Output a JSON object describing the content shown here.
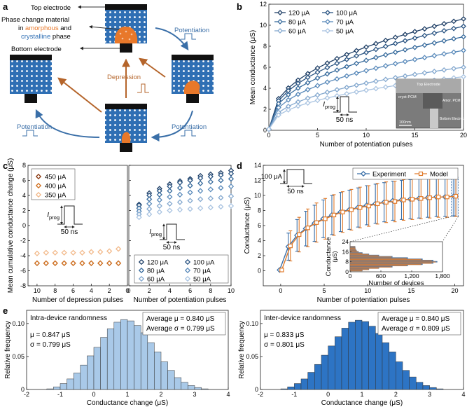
{
  "panels": {
    "a": {
      "letter": "a",
      "labels": {
        "top_electrode": "Top electrode",
        "pcm_line1": "Phase change material",
        "pcm_line2_a": "in ",
        "pcm_amorphous": "amorphous",
        "pcm_line2_b": " and",
        "pcm_crystalline": "crystalline",
        "pcm_line3": " phase",
        "bottom_electrode": "Bottom electrode",
        "potentiation_top": "Potentiation",
        "depression": "Depression",
        "potentiation_left": "Potentiation",
        "potentiation_right": "Potentiation"
      },
      "colors": {
        "crystalline": "#2f6fb4",
        "amorphous": "#e8782a",
        "electrode": "#111111",
        "arrow_blue": "#3a6fa8",
        "arrow_orange": "#b5652b"
      }
    },
    "b": {
      "letter": "b",
      "chart_data": {
        "type": "line",
        "xlabel": "Number of potentiation pulses",
        "ylabel": "Mean conductance (μS)",
        "xlim": [
          0,
          20
        ],
        "ylim": [
          0,
          12
        ],
        "xticks": [
          0,
          5,
          10,
          15,
          20
        ],
        "yticks": [
          0,
          2,
          4,
          6,
          8,
          10,
          12
        ],
        "legend_position": "top-left",
        "series": [
          {
            "name": "120 μA",
            "color": "#1f3f66",
            "final": 10.6
          },
          {
            "name": "100 μA",
            "color": "#2b5583",
            "final": 9.9
          },
          {
            "name": "80 μA",
            "color": "#3a6d9e",
            "final": 8.9
          },
          {
            "name": "70 μA",
            "color": "#5b8bbb",
            "final": 7.6
          },
          {
            "name": "60 μA",
            "color": "#85a9cf",
            "final": 6.0
          },
          {
            "name": "50 μA",
            "color": "#aac4e1",
            "final": 5.1
          }
        ],
        "inset_pulse": {
          "current_label": "I",
          "current_sub": "prog",
          "width_label": "50 ns"
        },
        "tem_labels": {
          "top": "Top Electrode",
          "cryst": "cryst-PCM",
          "amor": "Amor. PCM",
          "bottom": "Bottom Electrode",
          "scale": "100nm"
        }
      }
    },
    "c": {
      "letter": "c",
      "chart_data": [
        {
          "type": "scatter",
          "xlabel": "Number of depression pulses",
          "ylabel": "Mean cumulative conductance change (μS)",
          "xlim": [
            11,
            0
          ],
          "ylim": [
            -8,
            8
          ],
          "xticks": [
            10,
            8,
            6,
            4,
            2,
            0
          ],
          "yticks": [
            -8,
            -6,
            -4,
            -2,
            0,
            2,
            4,
            6,
            8
          ],
          "legend_position": "top-left",
          "series": [
            {
              "name": "450 μA",
              "color": "#8b3a12",
              "values": [
                -5.0,
                -5.0,
                -5.0,
                -5.0,
                -5.0,
                -5.0,
                -5.0,
                -5.0,
                -5.0,
                -5.0
              ]
            },
            {
              "name": "400 μA",
              "color": "#d0701f",
              "values": [
                -5.0,
                -5.0,
                -5.0,
                -5.0,
                -5.0,
                -5.0,
                -5.0,
                -5.0,
                -5.0,
                -5.0
              ]
            },
            {
              "name": "350 μA",
              "color": "#f2b98a",
              "values": [
                -3.7,
                -3.6,
                -3.6,
                -3.6,
                -3.6,
                -3.6,
                -3.5,
                -3.5,
                -3.4,
                -3.1
              ]
            }
          ],
          "x": [
            10,
            9,
            8,
            7,
            6,
            5,
            4,
            3,
            2,
            1
          ],
          "inset_pulse": {
            "current_label": "I",
            "current_sub": "prog",
            "width_label": "50 ns"
          }
        },
        {
          "type": "scatter",
          "xlabel": "Number of potentiation pulses",
          "xlim": [
            0,
            10
          ],
          "xticks": [
            0,
            2,
            4,
            6,
            8,
            10
          ],
          "legend_position": "bottom-right",
          "x": [
            1,
            2,
            3,
            4,
            5,
            6,
            7,
            8,
            9,
            10
          ],
          "series": [
            {
              "name": "120 μA",
              "color": "#1f3f66",
              "values": [
                2.8,
                4.3,
                4.9,
                5.5,
                5.9,
                6.2,
                6.6,
                6.8,
                7.0,
                7.3
              ]
            },
            {
              "name": "100 μA",
              "color": "#2b5583",
              "values": [
                2.7,
                4.0,
                4.6,
                5.2,
                5.7,
                6.0,
                6.3,
                6.5,
                6.7,
                6.9
              ]
            },
            {
              "name": "80 μA",
              "color": "#3a6d9e",
              "values": [
                2.3,
                3.5,
                4.1,
                4.6,
                5.0,
                5.3,
                5.6,
                5.8,
                6.0,
                6.2
              ]
            },
            {
              "name": "70 μA",
              "color": "#5b8bbb",
              "values": [
                1.9,
                2.9,
                3.4,
                3.8,
                4.1,
                4.4,
                4.6,
                4.8,
                5.0,
                5.2
              ]
            },
            {
              "name": "60 μA",
              "color": "#85a9cf",
              "values": [
                1.5,
                2.2,
                2.6,
                2.9,
                3.1,
                3.3,
                3.5,
                3.6,
                3.7,
                3.9
              ]
            },
            {
              "name": "50 μA",
              "color": "#aac4e1",
              "values": [
                1.1,
                1.5,
                1.8,
                2.0,
                2.1,
                2.2,
                2.3,
                2.4,
                2.5,
                2.6
              ]
            }
          ],
          "inset_pulse": {
            "current_label": "I",
            "current_sub": "prog",
            "width_label": "50 ns"
          }
        }
      ]
    },
    "d": {
      "letter": "d",
      "chart_data": {
        "type": "line",
        "xlabel": "Number of potentiation pulses",
        "ylabel": "Conductance (μS)",
        "xlim": [
          -2,
          21
        ],
        "ylim": [
          -2,
          14
        ],
        "xticks": [
          0,
          5,
          10,
          15,
          20
        ],
        "yticks": [
          0,
          2,
          4,
          6,
          8,
          10,
          12,
          14
        ],
        "legend_position": "top-right",
        "x": [
          0,
          1,
          2,
          3,
          4,
          5,
          6,
          7,
          8,
          9,
          10,
          11,
          12,
          13,
          14,
          15,
          16,
          17,
          18,
          19,
          20
        ],
        "series": [
          {
            "name": "Experiment",
            "color": "#3a6fa8",
            "marker": "diamond",
            "values": [
              0.1,
              3.2,
              4.7,
              5.6,
              6.3,
              6.9,
              7.4,
              7.8,
              8.1,
              8.4,
              8.7,
              8.9,
              9.1,
              9.3,
              9.4,
              9.5,
              9.6,
              9.7,
              9.8,
              9.8,
              9.9
            ],
            "errors": [
              0.1,
              1.8,
              2.1,
              2.3,
              2.4,
              2.5,
              2.6,
              2.6,
              2.6,
              2.6,
              2.6,
              2.6,
              2.6,
              2.6,
              2.6,
              2.6,
              2.6,
              2.6,
              2.6,
              2.6,
              2.6
            ]
          },
          {
            "name": "Model",
            "color": "#e07b2c",
            "marker": "square",
            "values": [
              0.1,
              3.3,
              4.8,
              5.7,
              6.4,
              6.9,
              7.4,
              7.8,
              8.1,
              8.4,
              8.6,
              8.9,
              9.1,
              9.2,
              9.4,
              9.5,
              9.6,
              9.7,
              9.8,
              9.8,
              9.9
            ],
            "errors": [
              0.1,
              2.0,
              2.3,
              2.5,
              2.6,
              2.7,
              2.7,
              2.7,
              2.7,
              2.7,
              2.7,
              2.7,
              2.7,
              2.7,
              2.7,
              2.7,
              2.7,
              2.7,
              2.7,
              2.7,
              2.7
            ]
          }
        ],
        "inset_pulse": {
          "current_label": "100 μA",
          "width_label": "50 ns"
        },
        "inset_hist": {
          "ylabel": "Conductance",
          "ylabel_unit": "(μS)",
          "xlabel": "Number of devices",
          "xticks": [
            0,
            600,
            1200,
            1800
          ],
          "xtick_labels": [
            "0",
            "600",
            "1,200",
            "1,800"
          ],
          "yticks": [
            0,
            8,
            16,
            24
          ]
        }
      }
    },
    "e": {
      "letter": "e",
      "chart_data": [
        {
          "type": "bar",
          "title": "Intra-device randomness",
          "xlabel": "Conductance change (μS)",
          "ylabel": "Relative frequency",
          "xlim": [
            -2,
            4
          ],
          "ylim": [
            0,
            0.12
          ],
          "xticks": [
            -2,
            -1,
            0,
            1,
            2,
            3,
            4
          ],
          "yticks": [
            0,
            0.05,
            0.1
          ],
          "ytick_labels": [
            "0",
            "0.05",
            "0.10"
          ],
          "color": "#a9c9e8",
          "bin_width": 0.2,
          "bin_start": -1.4,
          "values": [
            0.001,
            0.004,
            0.009,
            0.016,
            0.025,
            0.037,
            0.051,
            0.064,
            0.079,
            0.092,
            0.102,
            0.106,
            0.104,
            0.097,
            0.086,
            0.071,
            0.057,
            0.042,
            0.029,
            0.018,
            0.011,
            0.006,
            0.003,
            0.001
          ],
          "stats_box": [
            "Average μ = 0.840 μS",
            "Average σ = 0.799 μS"
          ],
          "stats": [
            "μ = 0.847 μS",
            "σ = 0.799 μS"
          ]
        },
        {
          "type": "bar",
          "title": "Inter-device randomness",
          "xlabel": "Conductance change (μS)",
          "ylabel": "Relative frequency",
          "xlim": [
            -2,
            4
          ],
          "ylim": [
            0,
            0.12
          ],
          "xticks": [
            -2,
            -1,
            0,
            1,
            2,
            3,
            4
          ],
          "yticks": [
            0,
            0.05,
            0.1
          ],
          "ytick_labels": [
            "0",
            "0.05",
            "0.10"
          ],
          "color": "#2d74c4",
          "bin_width": 0.2,
          "bin_start": -1.4,
          "values": [
            0.001,
            0.004,
            0.009,
            0.016,
            0.026,
            0.038,
            0.052,
            0.066,
            0.08,
            0.093,
            0.102,
            0.105,
            0.103,
            0.096,
            0.085,
            0.071,
            0.057,
            0.042,
            0.029,
            0.019,
            0.011,
            0.006,
            0.003,
            0.001
          ],
          "stats_box": [
            "Average μ = 0.840 μS",
            "Average σ = 0.809 μS"
          ],
          "stats": [
            "μ = 0.833 μS",
            "σ = 0.801 μS"
          ]
        }
      ]
    }
  }
}
